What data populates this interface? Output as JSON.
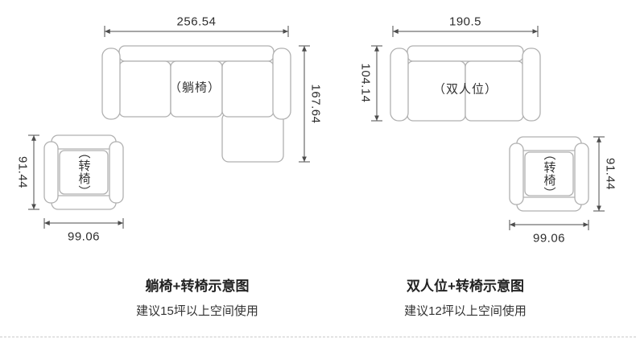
{
  "colors": {
    "dimension_line": "#4d4d4d",
    "furniture_outline": "#b0b0b0",
    "text": "#333333",
    "divider": "#c9c9c9"
  },
  "left_diagram": {
    "sofa": {
      "label": "（躺椅）",
      "width": "256.54",
      "depth": "167.64"
    },
    "chair": {
      "label": "（转椅）",
      "depth": "91.44",
      "width": "99.06"
    },
    "caption": {
      "title": "躺椅+转椅示意图",
      "subtitle": "建议15坪以上空间使用"
    }
  },
  "right_diagram": {
    "sofa": {
      "label": "（双人位）",
      "width": "190.5",
      "depth": "104.14"
    },
    "chair": {
      "label": "（转椅）",
      "depth": "91.44",
      "width": "99.06"
    },
    "caption": {
      "title": "双人位+转椅示意图",
      "subtitle": "建议12坪以上空间使用"
    }
  }
}
